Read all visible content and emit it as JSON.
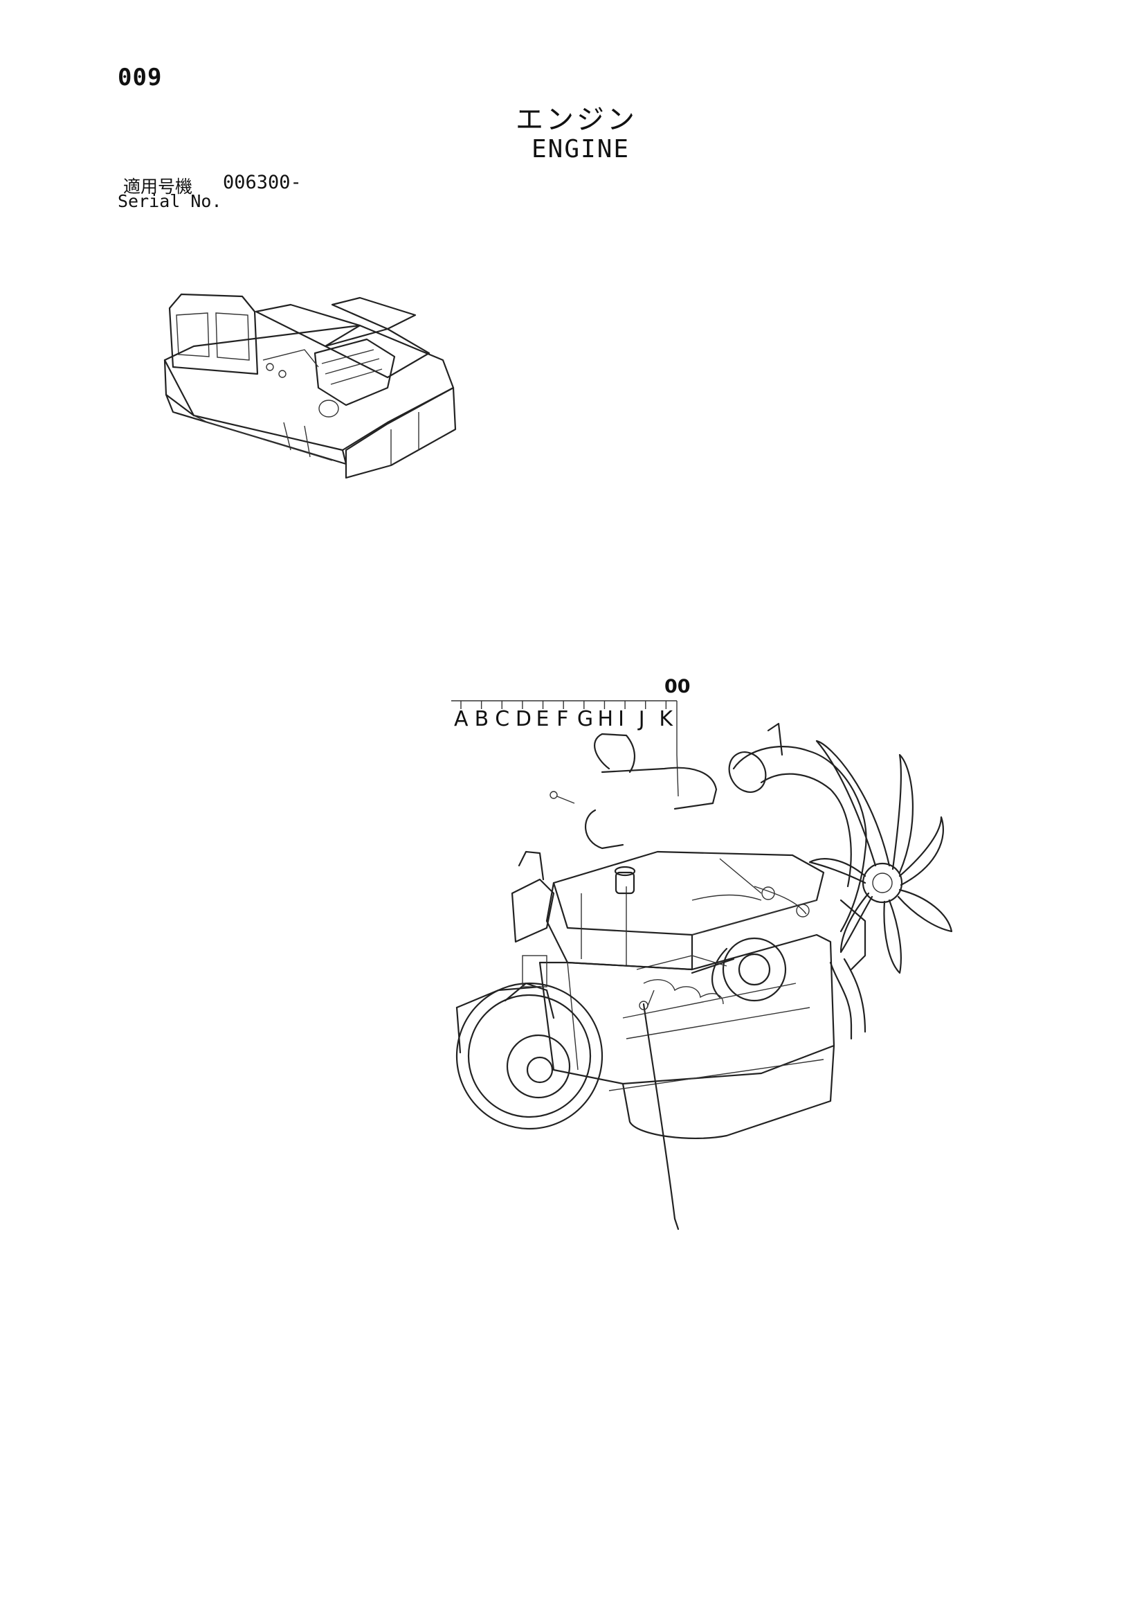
{
  "page": {
    "number": "009",
    "title_jp": "エンジン",
    "title_en": "ENGINE"
  },
  "serial": {
    "label_jp": "適用号機",
    "value": "006300-",
    "label_en": "Serial No."
  },
  "diagram": {
    "assembly_ref": "00",
    "letters": [
      "A",
      "B",
      "C",
      "D",
      "E",
      "F",
      "G",
      "H",
      "I",
      "J",
      "K"
    ]
  }
}
